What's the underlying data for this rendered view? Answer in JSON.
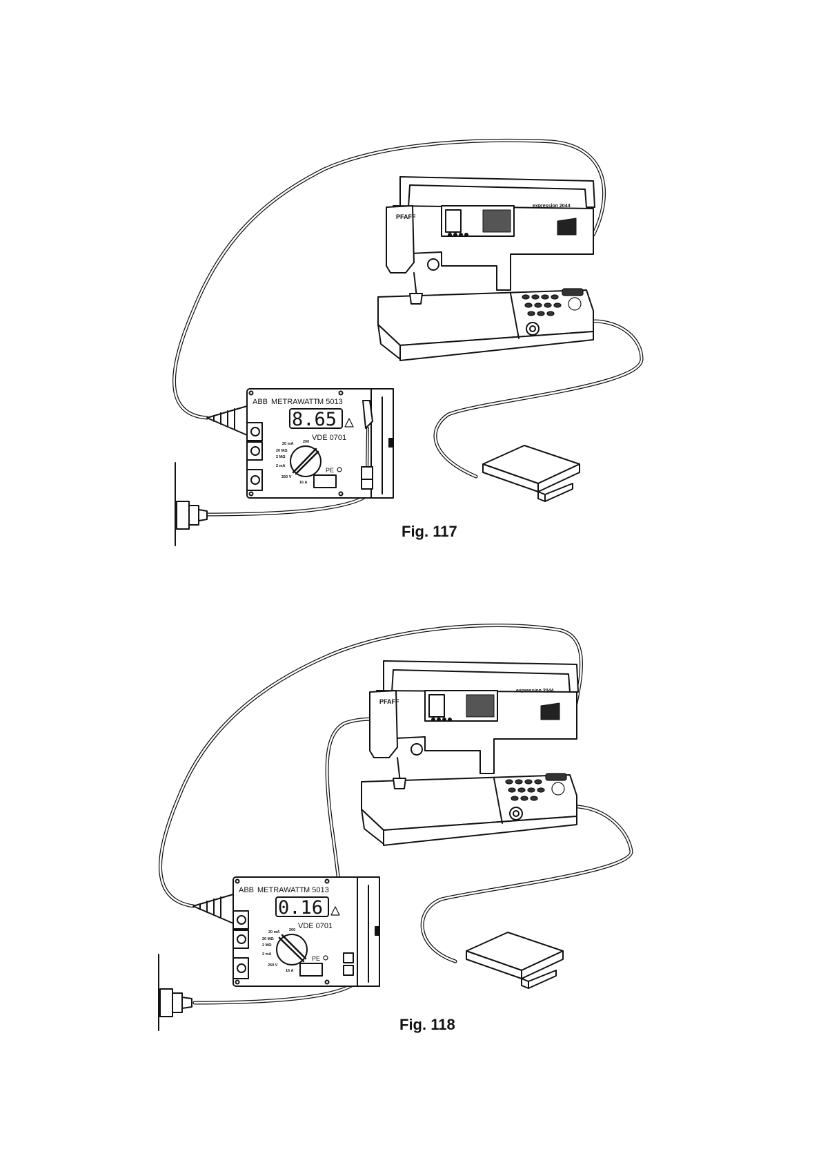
{
  "figures": [
    {
      "caption": "Fig. 117",
      "meter": {
        "brand": "ABB",
        "name": "METRAWATT",
        "model": "M 5013",
        "display": "8.65",
        "standard": "VDE 0701",
        "pe_label": "PE",
        "dial_labels": [
          "20 mA",
          "20 MΩ",
          "2 MΩ",
          "2 mA",
          "250 V",
          "16 A",
          "200"
        ]
      },
      "machine": {
        "brand": "PFAFF",
        "model": "expression 2044"
      }
    },
    {
      "caption": "Fig. 118",
      "meter": {
        "brand": "ABB",
        "name": "METRAWATT",
        "model": "M 5013",
        "display": "0.16",
        "standard": "VDE 0701",
        "pe_label": "PE",
        "dial_labels": [
          "20 mA",
          "20 MΩ",
          "2 MΩ",
          "2 mA",
          "250 V",
          "16 A",
          "200"
        ]
      },
      "machine": {
        "brand": "PFAFF",
        "model": "expression 2044"
      }
    }
  ]
}
